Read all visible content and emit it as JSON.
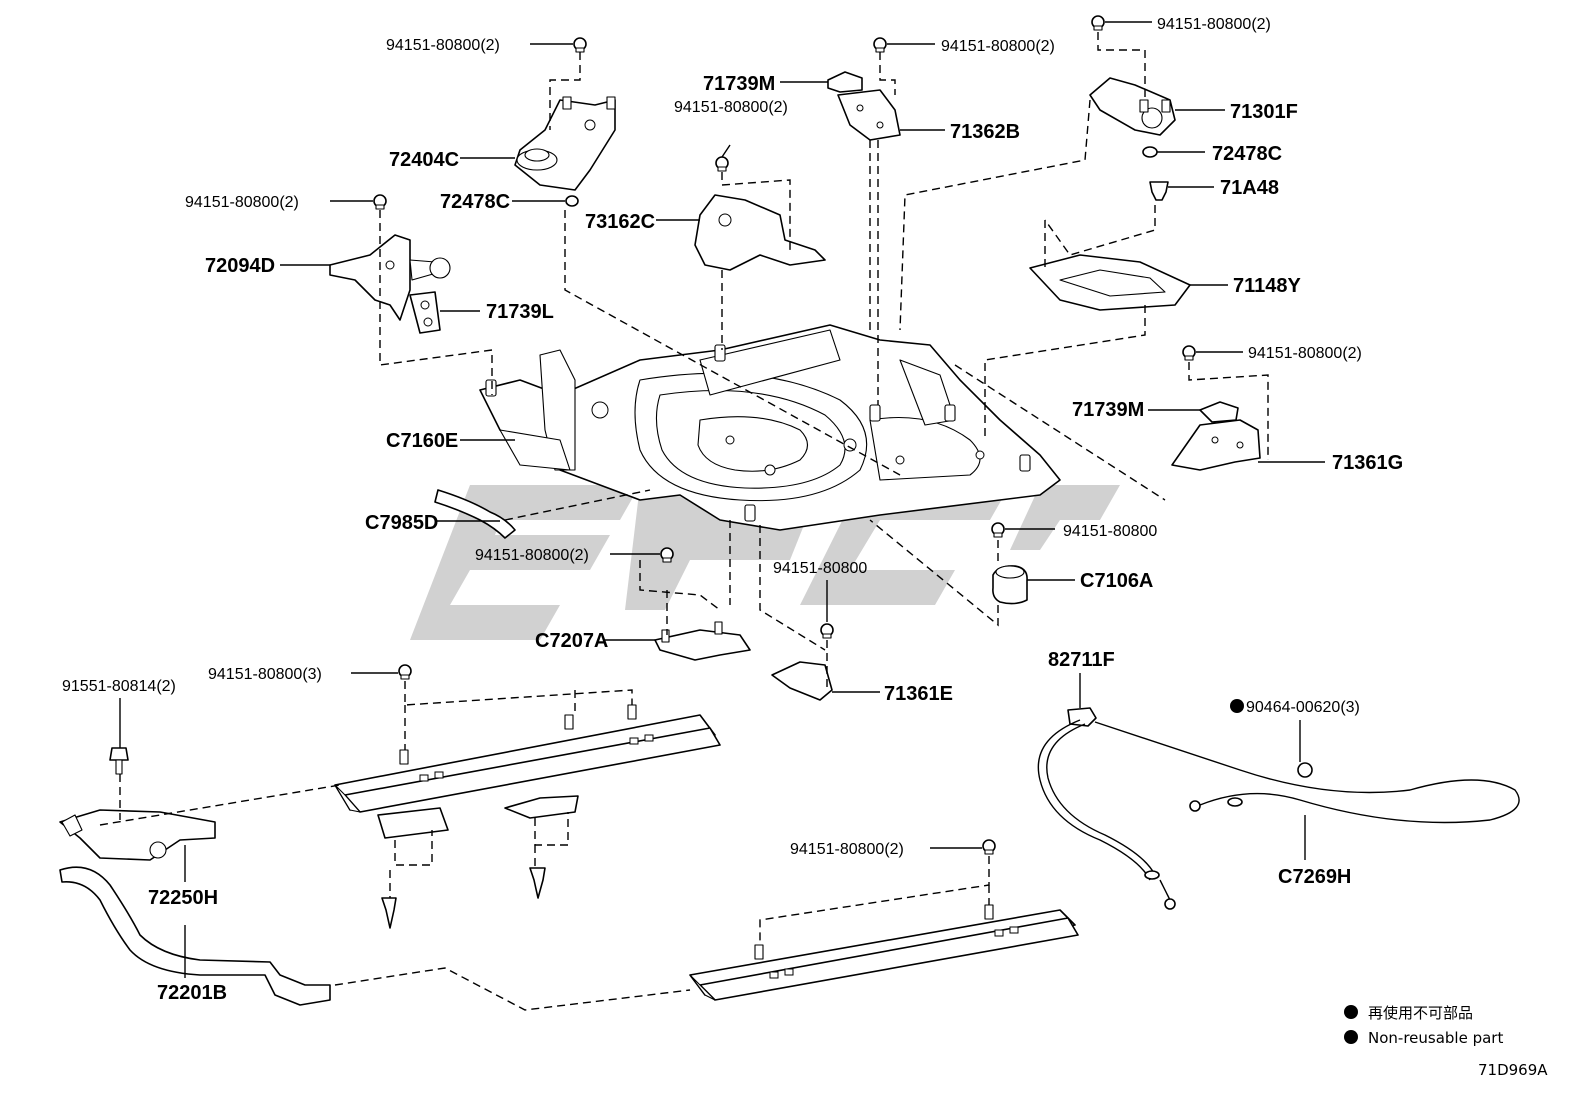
{
  "diagram_id": "71D969A",
  "watermark": "epc",
  "labels": {
    "p_94151_tl": "94151-80800(2)",
    "p_72404C": "72404C",
    "p_94151_l": "94151-80800(2)",
    "p_72478C_l": "72478C",
    "p_72094D": "72094D",
    "p_71739L": "71739L",
    "p_71739M_t": "71739M",
    "p_94151_mt": "94151-80800(2)",
    "p_73162C": "73162C",
    "p_94151_tc": "94151-80800(2)",
    "p_71362B": "71362B",
    "p_94151_tr": "94151-80800(2)",
    "p_71301F": "71301F",
    "p_72478C_r": "72478C",
    "p_71A48": "71A48",
    "p_71148Y": "71148Y",
    "p_94151_r": "94151-80800(2)",
    "p_71739M_r": "71739M",
    "p_71361G": "71361G",
    "p_C7160E": "C7160E",
    "p_C7985D": "C7985D",
    "p_94151_c": "94151-80800(2)",
    "p_94151_cr": "94151-80800",
    "p_C7106A": "C7106A",
    "p_94151_cm": "94151-80800",
    "p_C7207A": "C7207A",
    "p_71361E": "71361E",
    "p_82711F": "82711F",
    "p_90464": "90464-00620(3)",
    "p_C7269H": "C7269H",
    "p_91551": "91551-80814(2)",
    "p_94151_bl": "94151-80800(3)",
    "p_72250H": "72250H",
    "p_72201B": "72201B",
    "p_94151_b": "94151-80800(2)"
  },
  "legend": {
    "jp": "再使用不可部品",
    "en": "Non-reusable part"
  }
}
